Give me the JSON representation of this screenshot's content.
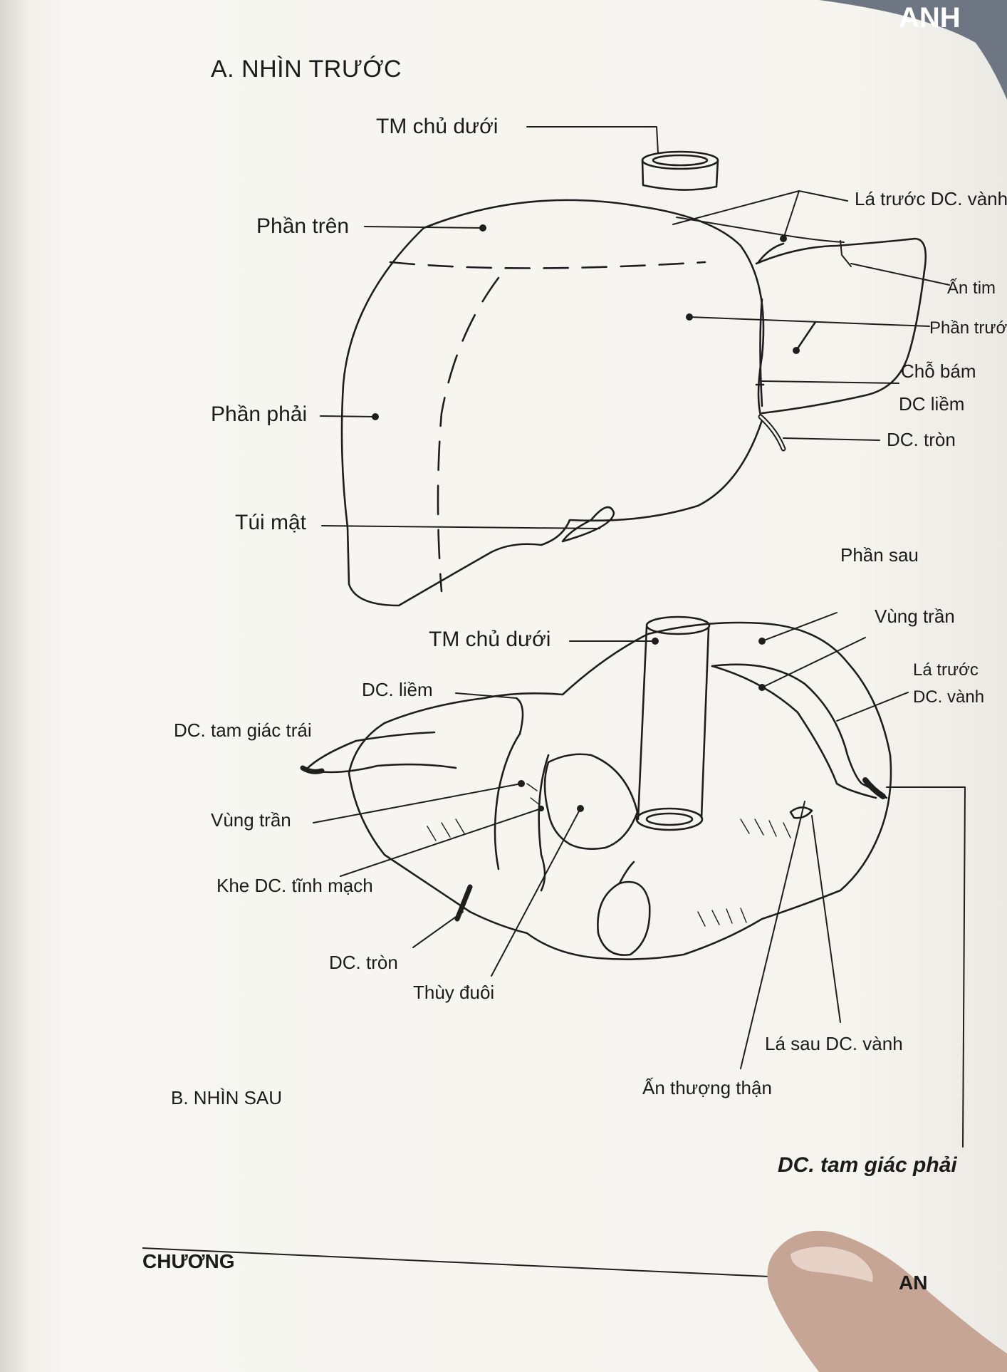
{
  "corner_header": "ANH",
  "anterior": {
    "title": "A. NHÌN TRƯỚC",
    "labels": {
      "ivc": "TM chủ dưới",
      "superior_part": "Phần trên",
      "right_part": "Phần phải",
      "gallbladder": "Túi mật",
      "coronary_anterior": "Lá trước DC. vành",
      "cardiac_impression": "Ấn tim",
      "anterior_part": "Phần trước",
      "falciform_attachment_1": "Chỗ bám",
      "falciform_attachment_2": "DC liềm",
      "round_ligament": "DC. tròn"
    }
  },
  "posterior": {
    "title": "B. NHÌN SAU",
    "labels": {
      "posterior_part": "Phần sau",
      "bare_area_right": "Vùng trần",
      "coronary_anterior_1": "Lá trước",
      "coronary_anterior_2": "DC. vành",
      "ivc": "TM chủ dưới",
      "falciform": "DC. liềm",
      "left_triangular": "DC. tam giác trái",
      "bare_area_left": "Vùng trần",
      "venous_fissure": "Khe DC. tĩnh mạch",
      "round_ligament": "DC. tròn",
      "caudate_lobe": "Thùy đuôi",
      "coronary_posterior": "Lá sau DC. vành",
      "adrenal_impression": "Ấn thượng thận",
      "right_triangular": "DC. tam giác phải"
    }
  },
  "footer": {
    "chapter": "CHƯƠNG",
    "right_fragment": "AN"
  }
}
